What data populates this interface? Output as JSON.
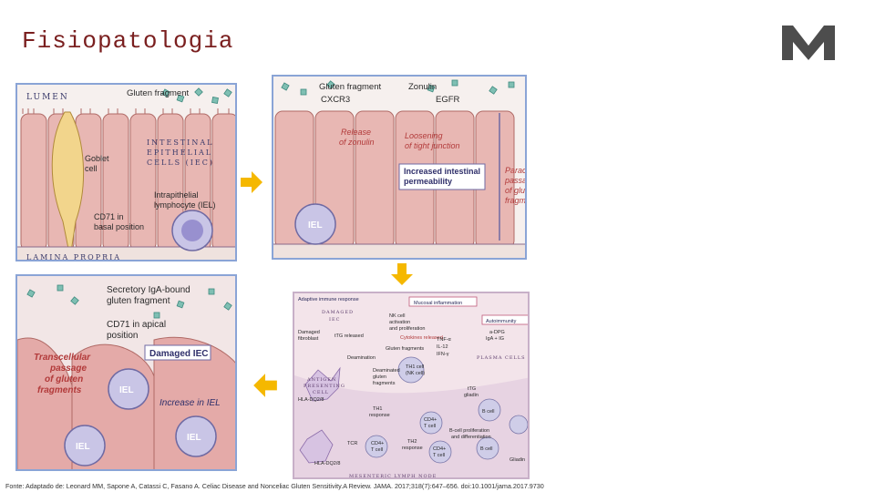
{
  "slide": {
    "title": "Fisiopatologia",
    "logo_icon": "m-logo-icon",
    "accent_color": "#7a1f1f",
    "source": "Fonte: Adaptado de: Leonard MM, Sapone A, Catassi C, Fasano A. Celiac Disease and Nonceliac Gluten Sensitivity.A Review. JAMA. 2017;318(7):647–656. doi:10.1001/jama.2017.9730"
  },
  "panel1": {
    "lumen": "LUMEN",
    "gluten_fragment": "Gluten fragment",
    "iec_line1": "INTESTINAL",
    "iec_line2": "EPITHELIAL",
    "iec_line3": "CELLS (IEC)",
    "goblet_line1": "Goblet",
    "goblet_line2": "cell",
    "iel_line1": "Intrapithelial",
    "iel_line2": "lymphocyte (IEL)",
    "cd71_line1": "CD71 in",
    "cd71_line2": "basal position",
    "lamina_propria": "LAMINA PROPRIA"
  },
  "panel2": {
    "gluten_fragment": "Gluten fragment",
    "zonulin": "Zonulin",
    "cxcr3": "CXCR3",
    "egfr": "EGFR",
    "release_line1": "Release",
    "release_line2": "of zonulin",
    "loosening_line1": "Loosening",
    "loosening_line2": "of tight junction",
    "permeability_line1": "Increased intestinal",
    "permeability_line2": "permeability",
    "paracellular_line1": "Paracellular",
    "paracellular_line2": "passage",
    "paracellular_line3": "of gluten",
    "paracellular_line4": "fragments",
    "iel": "IEL"
  },
  "panel3": {
    "adaptive": "Adaptive immune response",
    "mucosal": "Mucosal inflammation",
    "autoimmunity": "Autoimmunity",
    "damaged_iec_line1": "DAMAGED",
    "damaged_iec_line2": "IEC",
    "damaged_fibroblast_line1": "Damaged",
    "damaged_fibroblast_line2": "fibroblast",
    "tg_released": "tTG released",
    "nk_line1": "NK cell",
    "nk_line2": "activation",
    "nk_line3": "and proliferation",
    "cytokines": "Cytokines released",
    "tnf": "TNF-α",
    "il12": "IL-12",
    "ifn": "IFN-γ",
    "gluten_fragments": "Gluten fragments",
    "deamination": "Deamination",
    "deaminated_line1": "Deaminated",
    "deaminated_line2": "gluten",
    "deaminated_line3": "fragments",
    "apc_line1": "ANTIGEN",
    "apc_line2": "PRESENTING",
    "apc_line3": "CELL",
    "hla1": "HLA-DQ2/8",
    "th1_line1": "TH1 cell",
    "th1_line2": "(NK cell)",
    "th1_response_line1": "TH1",
    "th1_response_line2": "response",
    "cd4_a_line1": "CD4+",
    "cd4_a_line2": "T cell",
    "plasma": "PLASMA CELLS",
    "dgp_line1": "a-DPG",
    "dgp_line2": "IgA + IG",
    "ttg_gliadin_line1": "tTG",
    "ttg_gliadin_line2": "gliadin",
    "b_cell": "B cell",
    "bcell_prolif_line1": "B-cell proliferation",
    "bcell_prolif_line2": "and differentiation",
    "tcr": "TCR",
    "hla2": "HLA-DQ2/8",
    "cd4_b_line1": "CD4+",
    "cd4_b_line2": "T cell",
    "th2_line1": "TH2",
    "th2_line2": "response",
    "cd4_c_line1": "CD4+",
    "cd4_c_line2": "T cell",
    "b_cell2": "B cell",
    "gliadin": "Gliadin",
    "lymph_node": "MESENTERIC LYMPH NODE"
  },
  "panel4": {
    "secretory_line1": "Secretory IgA-bound",
    "secretory_line2": "gluten fragment",
    "cd71_line1": "CD71 in apical",
    "cd71_line2": "position",
    "damaged_iec": "Damaged IEC",
    "transcellular_line1": "Transcellular",
    "transcellular_line2": "passage",
    "transcellular_line3": "of gluten",
    "transcellular_line4": "fragments",
    "iel1": "IEL",
    "iel2": "IEL",
    "iel3": "IEL",
    "increase": "Increase in IEL"
  },
  "arrows": {
    "color": "#f5b800",
    "right_icon": "arrow-right-icon",
    "down_icon": "arrow-down-icon",
    "left_icon": "arrow-left-icon"
  }
}
